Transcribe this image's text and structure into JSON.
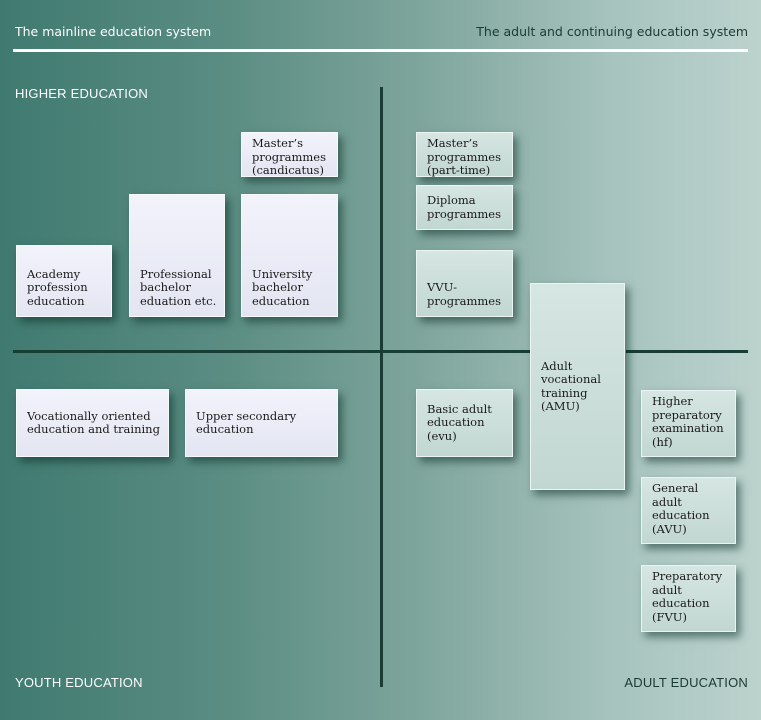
{
  "header": {
    "left_title": "The mainline education system",
    "right_title": "The adult and continuing education system"
  },
  "quadrants": {
    "higher_education": "HIGHER EDUCATION",
    "youth_education": "YOUTH EDUCATION",
    "adult_education": "ADULT EDUCATION"
  },
  "boxes": {
    "academy_profession": "Academy\nprofession\neducation",
    "professional_bachelor": "Professional\nbachelor\neduation etc.",
    "university_bachelor": "University\nbachelor\neducation",
    "masters_candicatus": "Master’s\nprogrammes\n(candicatus)",
    "masters_part_time": "Master’s\nprogrammes\n(part-time)",
    "diploma": "Diploma\nprogrammes",
    "vvu": "VVU-\nprogrammes",
    "amu": "Adult\nvocational\ntraining\n(AMU)",
    "vocational_youth": "Vocationally oriented\neducation and training",
    "upper_secondary": "Upper secondary\neducation",
    "basic_adult": "Basic adult\neducation (evu)",
    "hf": "Higher\npreparatory\nexamination\n(hf)",
    "avu": "General\nadult\neducation\n(AVU)",
    "fvu": "Preparatory\nadult\neducation\n(FVU)"
  },
  "colors": {
    "background_left": "#3f7a70",
    "background_right": "#bcd2cd",
    "divider": "#173d35",
    "youth_box": "#e9ebf6",
    "adult_box": "#cadcd8",
    "header_rule": "#ffffff"
  }
}
